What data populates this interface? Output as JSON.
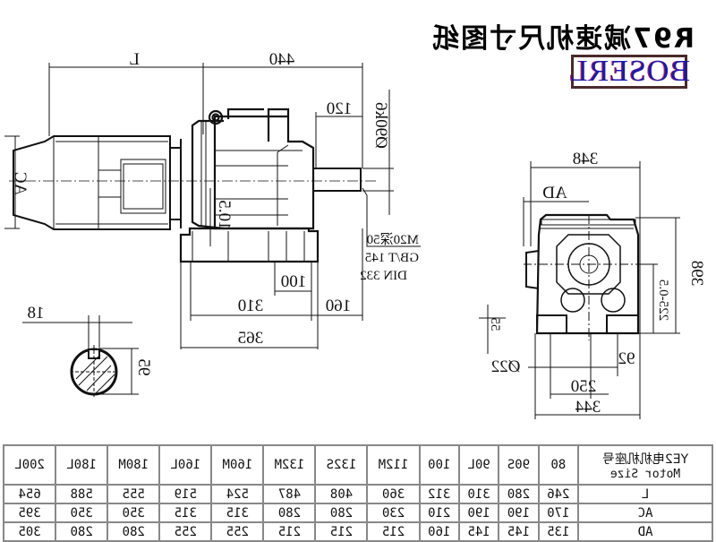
{
  "title": "R97减速机尺寸图纸",
  "brand": "BOSERL",
  "side_view": {
    "dims": {
      "L": "L",
      "overall_gear": "440",
      "shaft_len": "120",
      "shaft_dia": "Ø90k6",
      "AC": "AC",
      "center_height": "10.5",
      "foot_inner": "100",
      "foot_310": "310",
      "foot_160": "160",
      "foot_365": "365",
      "thread_note": [
        "M20深50",
        "GB/T 145",
        "DIN 332"
      ]
    }
  },
  "key_section": {
    "key_width": "18",
    "key_height": "95"
  },
  "end_view": {
    "dims": {
      "width_top": "348",
      "AD": "AD",
      "height": "398",
      "shaft_height": "225-0.5",
      "foot_thick": "55",
      "bolt_hole": "Ø22",
      "edge": "92",
      "bolt_spacing": "250",
      "base_width": "344"
    }
  },
  "table": {
    "header_cn": "YE2电机机座号",
    "header_en": "Motor Size",
    "columns": [
      "80",
      "90S",
      "90L",
      "100",
      "112M",
      "132S",
      "132M",
      "160M",
      "160L",
      "180M",
      "180L",
      "200L"
    ],
    "rows": [
      {
        "label": "L",
        "values": [
          "246",
          "280",
          "310",
          "312",
          "360",
          "408",
          "487",
          "524",
          "519",
          "555",
          "588",
          "654"
        ]
      },
      {
        "label": "AC",
        "values": [
          "170",
          "190",
          "190",
          "210",
          "230",
          "280",
          "280",
          "315",
          "315",
          "350",
          "350",
          "395"
        ]
      },
      {
        "label": "AD",
        "values": [
          "135",
          "145",
          "145",
          "160",
          "215",
          "215",
          "215",
          "255",
          "255",
          "280",
          "280",
          "305"
        ]
      }
    ]
  }
}
